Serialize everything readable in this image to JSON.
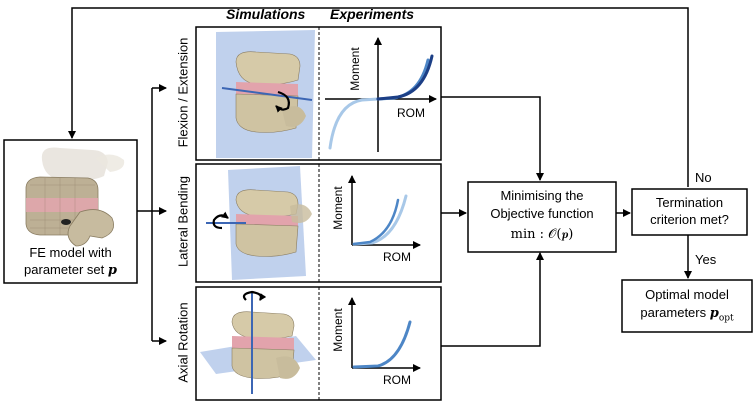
{
  "headers": {
    "simulations": "Simulations",
    "experiments": "Experiments"
  },
  "fe_model": {
    "line1": "FE model with",
    "line2_prefix": "parameter set",
    "param_symbol": "p"
  },
  "rows": [
    {
      "label": "Flexion / Extension"
    },
    {
      "label": "Lateral Bending"
    },
    {
      "label": "Axial Rotation"
    }
  ],
  "plot_axes": {
    "y_label": "Moment",
    "x_label": "ROM"
  },
  "objective": {
    "line1": "Minimising the",
    "line2": "Objective function",
    "formula_prefix": "min : ",
    "formula_fn": "𝒪(𝒑)"
  },
  "termination": {
    "line1": "Termination",
    "line2": "criterion met?"
  },
  "branches": {
    "no": "No",
    "yes": "Yes"
  },
  "optimal": {
    "line1": "Optimal model",
    "line2_prefix": "parameters",
    "param_symbol": "p",
    "param_sub": "opt"
  },
  "colors": {
    "light_blue": "#a8c8e8",
    "mid_blue": "#4d86c6",
    "dark_blue": "#1c3f86",
    "plane": "#b5c9ea",
    "bone": "#d9cfb0",
    "disc": "#e5a9b3"
  }
}
